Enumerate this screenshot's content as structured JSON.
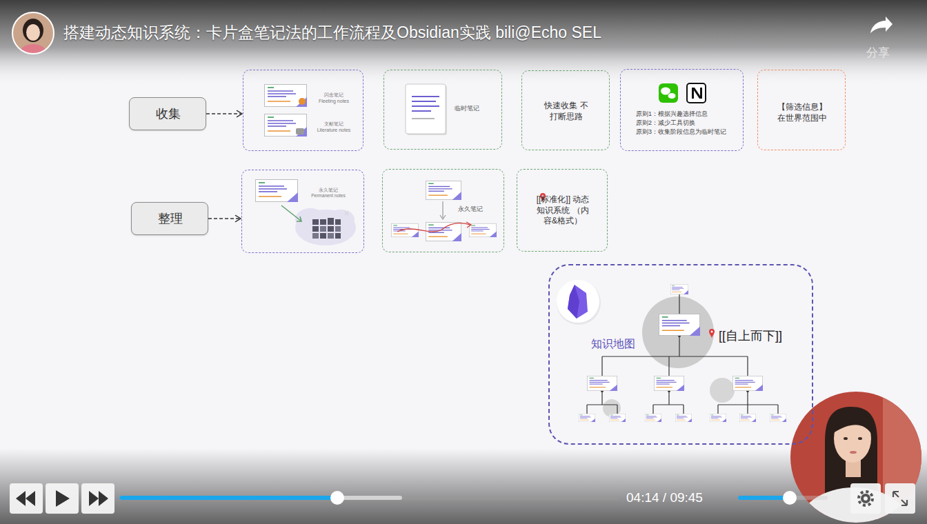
{
  "diagram": {
    "title": "搭建动态知识系统：卡片盒笔记法的工作流程及Obsidian实践 bili@Echo SEL",
    "nodes": [
      {
        "text": [
          "收集"
        ]
      },
      {
        "text": [
          "闪念笔记 Fleeting notes",
          "文献笔记 Literature notes"
        ]
      },
      {
        "text": [
          "临时笔记"
        ]
      },
      {
        "text": [
          "快速收集 不打断思路"
        ]
      },
      {
        "text": [
          "原则1：根据兴趣选择信息",
          "原则2：减少工具切换",
          "原则3：收集阶段信息为临时笔记"
        ]
      },
      {
        "text": [
          "【筛选信息】 在世界范围中"
        ]
      },
      {
        "text": [
          "整理"
        ]
      },
      {
        "text": [
          "永久笔记 Permanent notes"
        ]
      },
      {
        "text": [
          "永久笔记"
        ]
      },
      {
        "text": [
          "[[标准化]] 动态知识系统 （内容&格式）"
        ]
      },
      {
        "text": [
          "知识地图",
          "[[自上而下]]"
        ]
      }
    ],
    "edges": [
      {
        "from": 0,
        "to": 1,
        "arrow": "to"
      },
      {
        "from": 6,
        "to": 7,
        "arrow": "to"
      }
    ],
    "labels": [
      "分享",
      "04:14 / 09:45"
    ]
  }
}
